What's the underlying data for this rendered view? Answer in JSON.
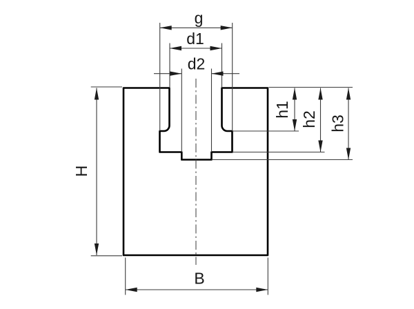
{
  "drawing": {
    "kind": "technical-cross-section",
    "background": "#ffffff",
    "outline_color": "#000000",
    "dim_line_color": "#3a3a3a",
    "labels": {
      "g": "g",
      "d1": "d1",
      "d2": "d2",
      "h1": "h1",
      "h2": "h2",
      "h3": "h3",
      "H": "H",
      "B": "B"
    }
  }
}
